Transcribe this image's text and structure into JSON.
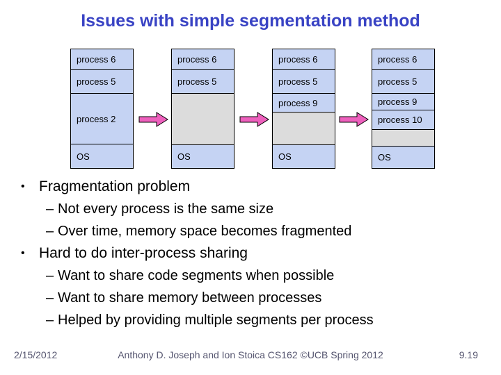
{
  "slide": {
    "title": "Issues with simple segmentation method"
  },
  "colors": {
    "title": "#3943c4",
    "memory_used": "#c5d3f3",
    "memory_free": "#dcdcdc",
    "arrow": "#ee60bd",
    "footer": "#55556f",
    "text": "#000000"
  },
  "glyphs": {
    "bullet": "•",
    "dash": "–"
  },
  "diagram": {
    "description": "Memory layout snapshots over time showing fragmentation; shaded cells are free holes",
    "columns": [
      {
        "name": "time-1",
        "cells": [
          {
            "label": "process 6",
            "type": "used",
            "h": 30
          },
          {
            "label": "process 5",
            "type": "used",
            "h": 34
          },
          {
            "label": "process 2",
            "type": "used",
            "h": 73
          },
          {
            "label": "OS",
            "type": "used",
            "h": 34
          }
        ]
      },
      {
        "name": "time-2",
        "cells": [
          {
            "label": "process 6",
            "type": "used",
            "h": 30
          },
          {
            "label": "process 5",
            "type": "used",
            "h": 34
          },
          {
            "label": "",
            "type": "free",
            "h": 74
          },
          {
            "label": "OS",
            "type": "used",
            "h": 33
          }
        ]
      },
      {
        "name": "time-3",
        "cells": [
          {
            "label": "process 6",
            "type": "used",
            "h": 30
          },
          {
            "label": "process 5",
            "type": "used",
            "h": 34
          },
          {
            "label": "process 9",
            "type": "used",
            "h": 27
          },
          {
            "label": "",
            "type": "free",
            "h": 47
          },
          {
            "label": "OS",
            "type": "used",
            "h": 33
          }
        ]
      },
      {
        "name": "time-4",
        "cells": [
          {
            "label": "process 6",
            "type": "used",
            "h": 30
          },
          {
            "label": "process 5",
            "type": "used",
            "h": 34
          },
          {
            "label": "process 9",
            "type": "used",
            "h": 24
          },
          {
            "label": "process 10",
            "type": "used",
            "h": 28
          },
          {
            "label": "",
            "type": "free",
            "h": 24
          },
          {
            "label": "OS",
            "type": "used",
            "h": 31
          }
        ]
      }
    ]
  },
  "bullets": [
    {
      "text": "Fragmentation problem",
      "subs": [
        "Not every process is the same size",
        "Over time, memory space becomes fragmented"
      ]
    },
    {
      "text": "Hard to do inter-process sharing",
      "subs": [
        "Want to share code segments when possible",
        "Want to share memory between processes",
        "Helped by providing multiple segments per process"
      ]
    }
  ],
  "footer": {
    "date": "2/15/2012",
    "credit": "Anthony D. Joseph and Ion Stoica CS162 ©UCB Spring 2012",
    "page": "9.19"
  }
}
